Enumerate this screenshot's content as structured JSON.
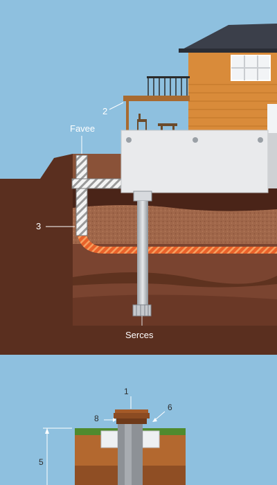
{
  "colors": {
    "sky": "#8ec0df",
    "ground_dark": "#5a2f1f",
    "soil_mid": "#7a4430",
    "house_siding": "#d98b3a",
    "roof": "#3b3f4a",
    "foundation_wall": "#e9eaec",
    "pipe_orange": "#e8622a",
    "grass": "#4f8a2e"
  },
  "labels": {
    "top_left": "Favee",
    "deck_callout": "2",
    "pipe_callout": "3",
    "pier_caption": "Serces",
    "detail_top": "1",
    "detail_left": "8",
    "detail_right": "6",
    "detail_height": "5"
  }
}
